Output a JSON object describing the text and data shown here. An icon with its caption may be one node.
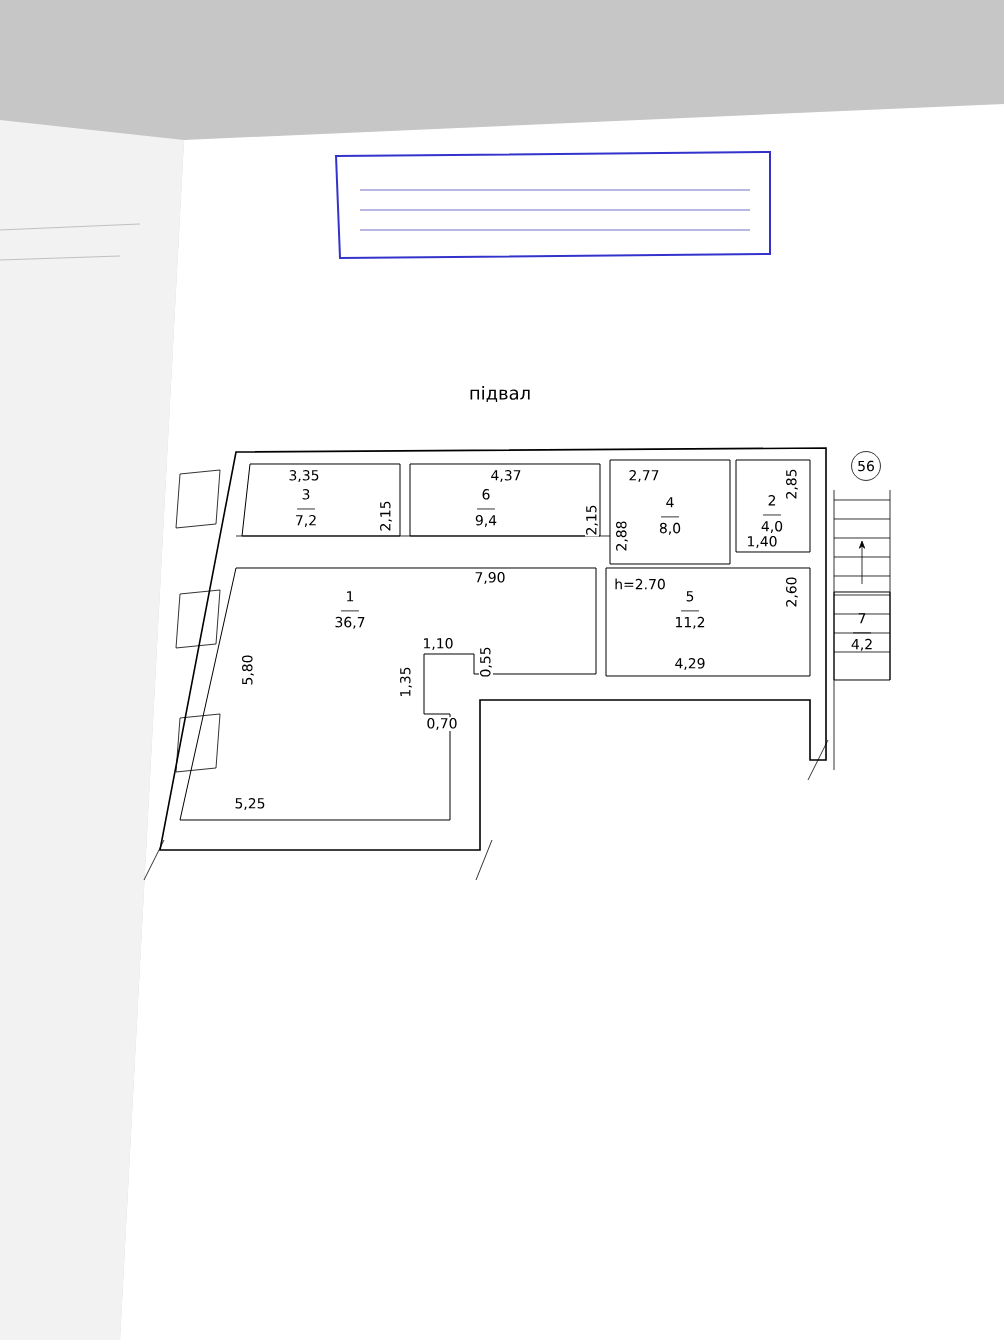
{
  "diagram": {
    "title": "підвал",
    "nodes": [
      {
        "text": [
          "1",
          "36,7"
        ]
      },
      {
        "text": [
          "2",
          "4,0"
        ]
      },
      {
        "text": [
          "3",
          "7,2"
        ]
      },
      {
        "text": [
          "4",
          "8,0"
        ]
      },
      {
        "text": [
          "5",
          "11,2"
        ]
      },
      {
        "text": [
          "6",
          "9,4"
        ]
      },
      {
        "text": [
          "7",
          "4,2"
        ]
      },
      {
        "text": [
          "56"
        ]
      }
    ],
    "edges": [],
    "labels": [
      "3,35",
      "4,37",
      "2,77",
      "2,85",
      "2,15",
      "2,15",
      "2,88",
      "1,40",
      "7,90",
      "h=2.70",
      "2,60",
      "5,80",
      "1,10",
      "0,55",
      "1,35",
      "4,29",
      "0,70",
      "5,25"
    ]
  }
}
